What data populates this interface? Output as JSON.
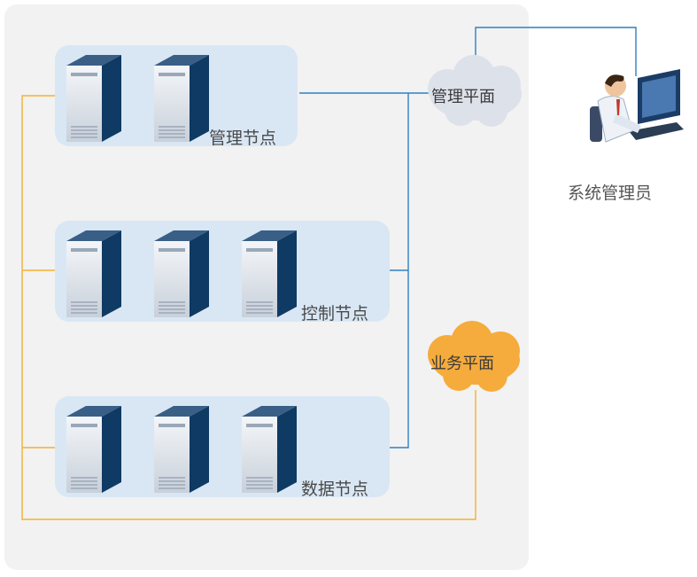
{
  "nodes": [
    {
      "label": "管理节点",
      "server_count": 2
    },
    {
      "label": "控制节点",
      "server_count": 3
    },
    {
      "label": "数据节点",
      "server_count": 3
    }
  ],
  "planes": {
    "management": {
      "label": "管理平面",
      "color": "#2f7fc1"
    },
    "business": {
      "label": "业务平面",
      "color": "#f5b031"
    }
  },
  "admin": {
    "label": "系统管理员"
  },
  "colors": {
    "panel": "#f2f2f2",
    "node_group": "#d9e7f5",
    "server_dark": "#0f3a63",
    "management_line": "#2f7fc1",
    "business_line": "#f5b031",
    "mgmt_cloud": "#dde1ea",
    "business_cloud": "#f5ac3c"
  }
}
